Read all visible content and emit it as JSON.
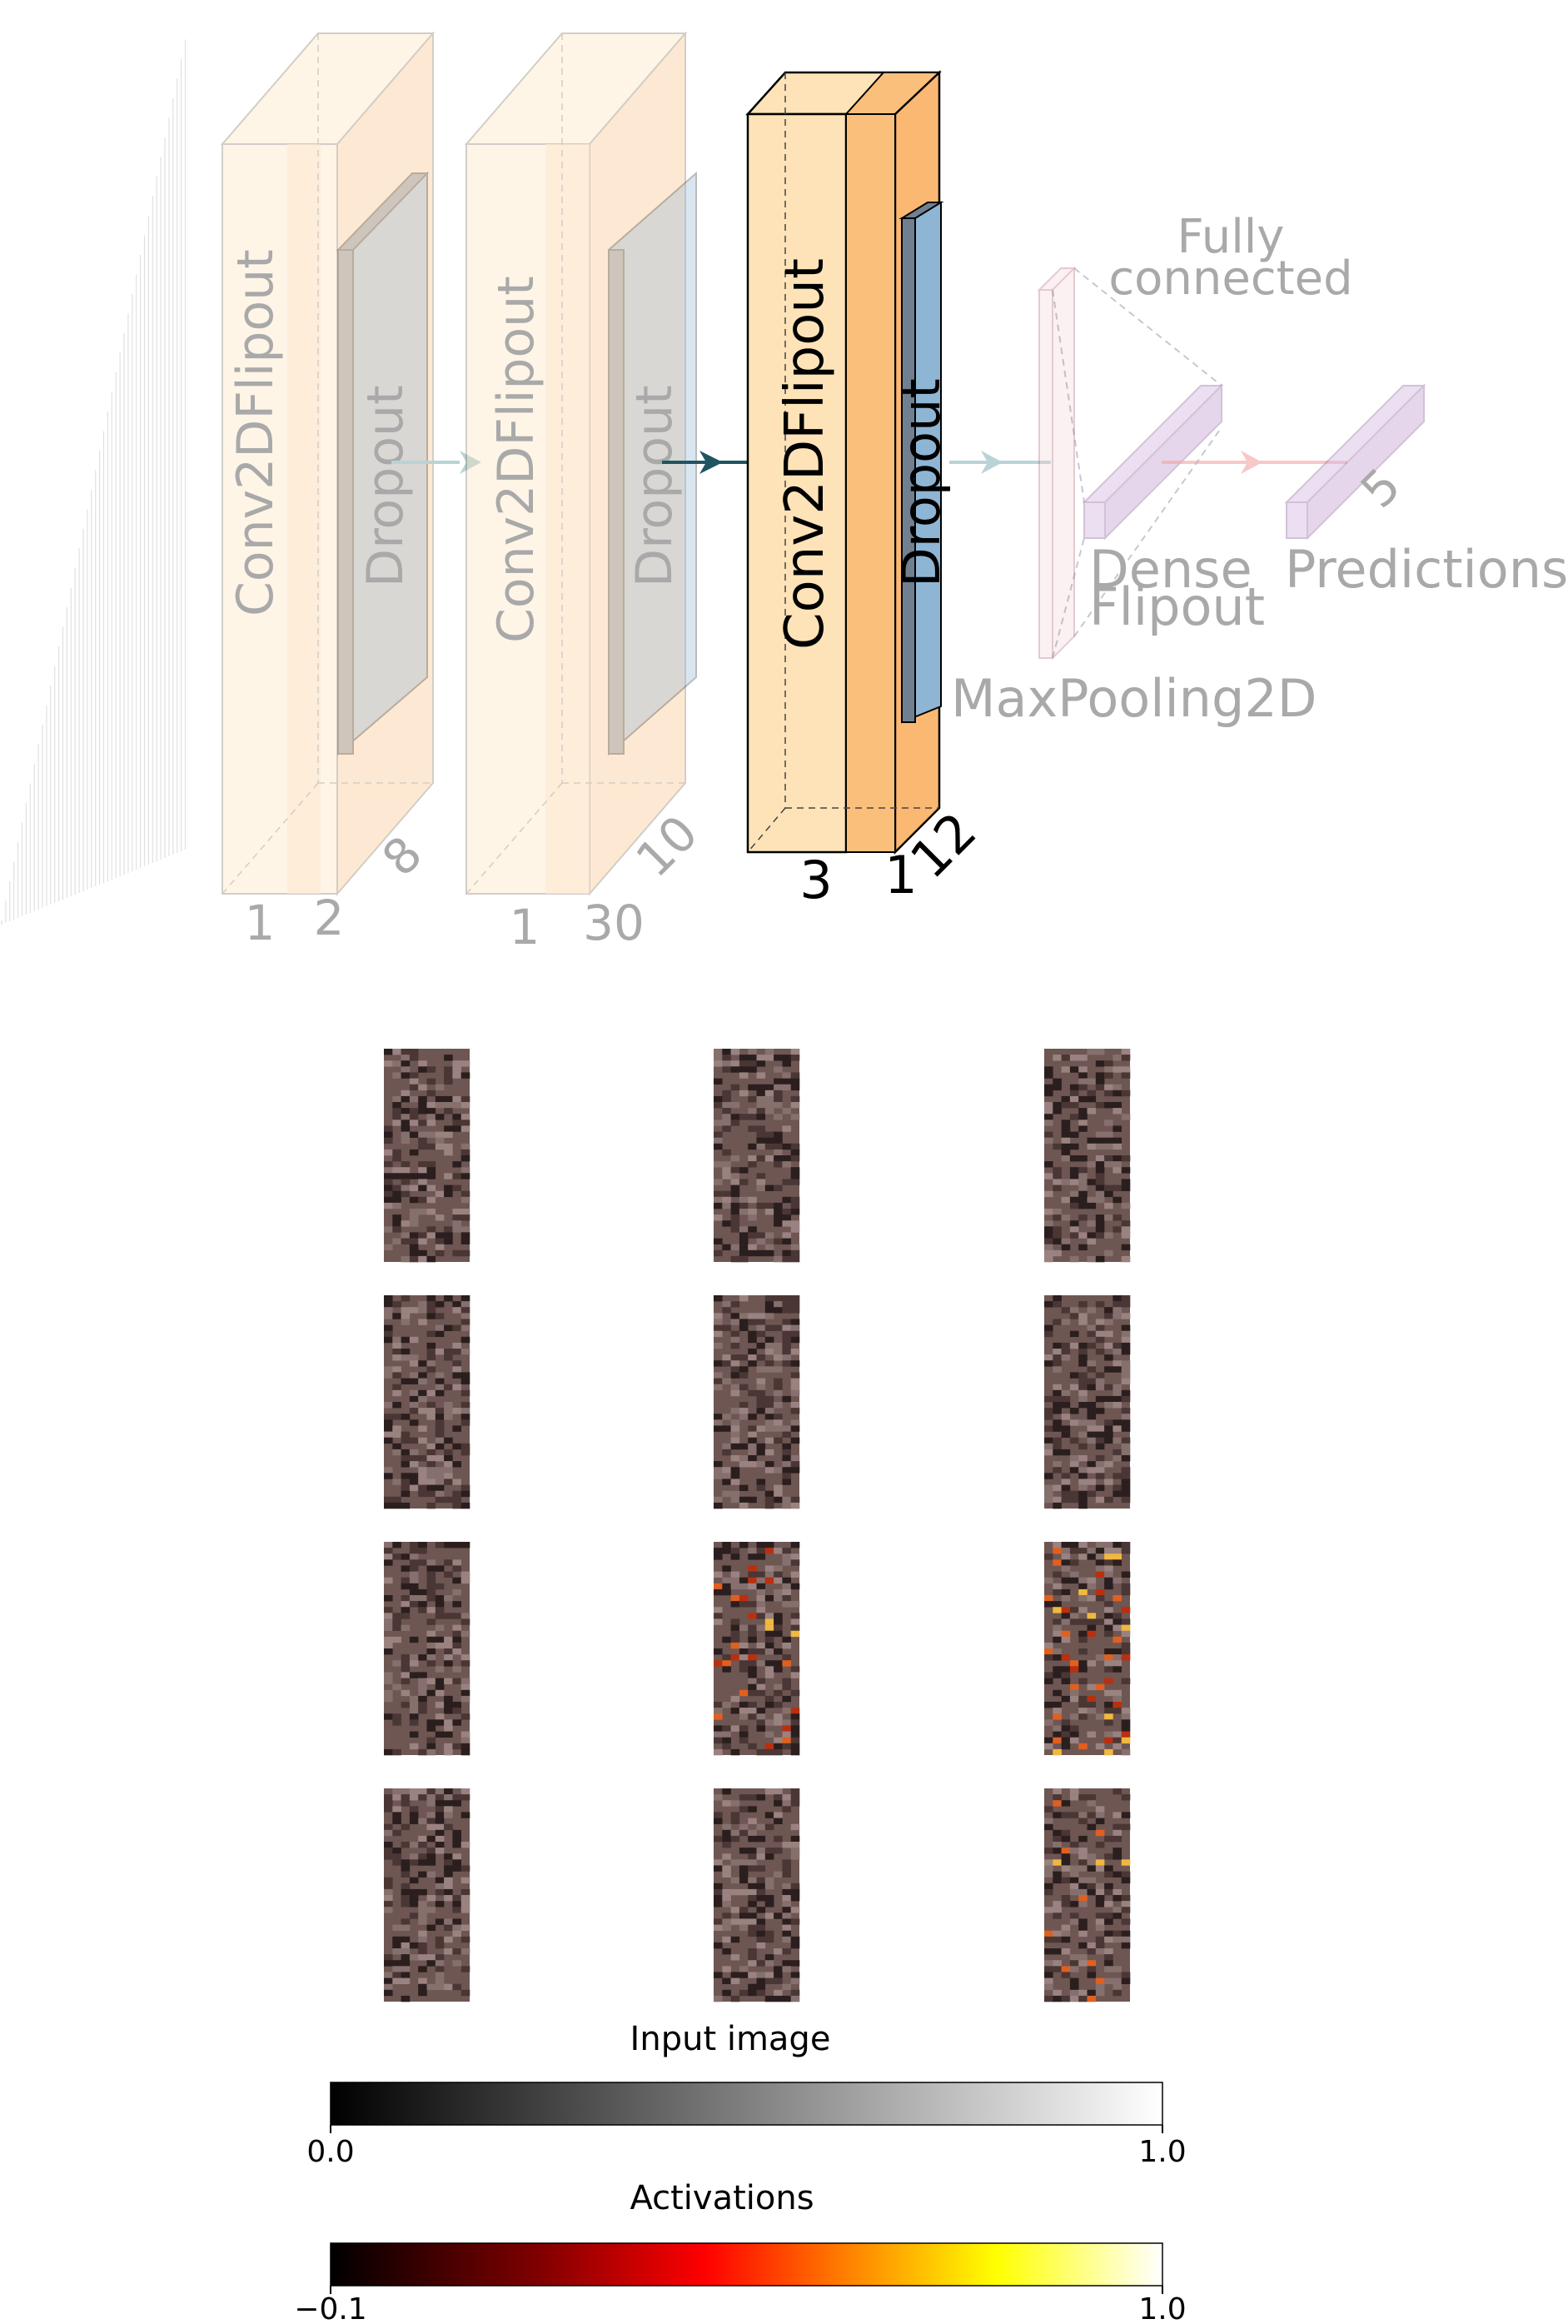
{
  "diagram": {
    "layers": [
      {
        "id": "conv1",
        "label": "Conv2DFlipout",
        "dims": [
          "1",
          "2",
          "8"
        ],
        "active": false
      },
      {
        "id": "drop1",
        "label": "Dropout",
        "active": false
      },
      {
        "id": "conv2",
        "label": "Conv2DFlipout",
        "dims": [
          "1",
          "30",
          "10"
        ],
        "active": false
      },
      {
        "id": "drop2",
        "label": "Dropout",
        "active": false
      },
      {
        "id": "conv3",
        "label": "Conv2DFlipout",
        "dims": [
          "3",
          "1",
          "12"
        ],
        "active": true
      },
      {
        "id": "drop3",
        "label": "Dropout",
        "active": true
      },
      {
        "id": "maxpool",
        "label": "MaxPooling2D",
        "active": false
      },
      {
        "id": "dense",
        "label_lines": [
          "Dense",
          "Flipout"
        ],
        "active": false
      },
      {
        "id": "pred",
        "label": "Predictions",
        "dims": [
          "5"
        ],
        "active": false
      }
    ],
    "fully_connected": [
      "Fully",
      "connected"
    ],
    "colors": {
      "conv_front": "#fee3b8",
      "conv_band": "#fbbf7c",
      "conv_side": "#fbb872",
      "dropout": "#708090",
      "dropout_side": "#8fb5d5",
      "maxpool": "#f5d3d8",
      "dense": "#d6bae1",
      "arrow_dark": "#1f5563",
      "arrow_light": "#b9d3d6",
      "arrow_red": "#f4a3a3",
      "faded_text": "#a9a9a9"
    }
  },
  "grid": {
    "rows": 4,
    "cols": 3,
    "highlights": [
      [
        0,
        0,
        0
      ],
      [
        0,
        0,
        0
      ],
      [
        0,
        2,
        2
      ],
      [
        0,
        0,
        1
      ]
    ]
  },
  "colorbars": [
    {
      "title": "Input image",
      "min_label": "0.0",
      "max_label": "1.0",
      "cmap": "gray"
    },
    {
      "title": "Activations",
      "min_label": "−0.1",
      "max_label": "1.0",
      "cmap": "afmhot"
    }
  ]
}
